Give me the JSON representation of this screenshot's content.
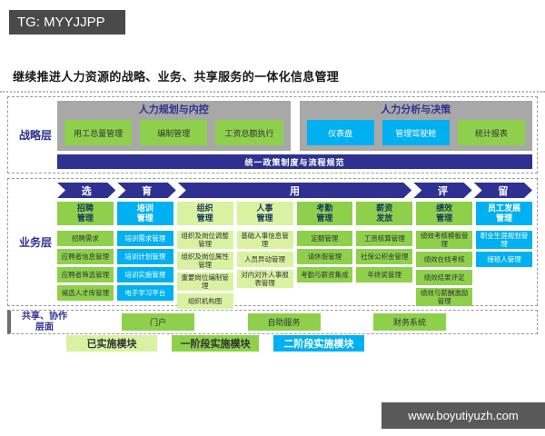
{
  "watermark": {
    "tag": "TG: MYYJJPP",
    "site": "www.boyutiyuzh.com"
  },
  "title": "继续推进人力资源的战略、业务、共享服务的一体化信息管理",
  "colors": {
    "implemented": "#d9f2a2",
    "phase1": "#8ed04c",
    "phase2": "#00b0f0",
    "navy": "#2e3192",
    "group_gray": "#a8a8a8"
  },
  "strategy_layer": {
    "label": "战略层",
    "groups": [
      {
        "title": "人力规划与内控",
        "items": [
          {
            "label": "用工总量管理",
            "status": "phase1"
          },
          {
            "label": "编制管理",
            "status": "phase1"
          },
          {
            "label": "工资总额执行",
            "status": "phase1"
          }
        ]
      },
      {
        "title": "人力分析与决策",
        "items": [
          {
            "label": "仪表盘",
            "status": "phase2"
          },
          {
            "label": "管理驾驶舱",
            "status": "phase2"
          },
          {
            "label": "统计报表",
            "status": "phase1"
          }
        ]
      }
    ],
    "banner": "统一政策制度与流程规范"
  },
  "business_layer": {
    "label": "业务层",
    "arrows": [
      {
        "label": "选",
        "span": 1
      },
      {
        "label": "育",
        "span": 1
      },
      {
        "label": "用",
        "span": 4
      },
      {
        "label": "评",
        "span": 1
      },
      {
        "label": "留",
        "span": 1
      }
    ],
    "columns": [
      {
        "header": "招聘\n管理",
        "status": "phase1",
        "items": [
          {
            "label": "招聘需求",
            "status": "phase1"
          },
          {
            "label": "应聘者信息管理",
            "status": "phase1"
          },
          {
            "label": "应聘者筛选管理",
            "status": "phase1"
          },
          {
            "label": "候选人才库管理",
            "status": "phase1"
          }
        ]
      },
      {
        "header": "培训\n管理",
        "status": "phase2",
        "items": [
          {
            "label": "培训需求管理",
            "status": "phase2"
          },
          {
            "label": "培训计划管理",
            "status": "phase2"
          },
          {
            "label": "培训实施管理",
            "status": "phase2"
          },
          {
            "label": "电子学习平台",
            "status": "phase2"
          }
        ]
      },
      {
        "header": "组织\n管理",
        "status": "implemented",
        "items": [
          {
            "label": "组织及岗位调整管理",
            "status": "implemented"
          },
          {
            "label": "组织及岗位属性管理",
            "status": "implemented"
          },
          {
            "label": "重要岗位编制管理",
            "status": "implemented"
          },
          {
            "label": "组织机构图",
            "status": "implemented"
          }
        ]
      },
      {
        "header": "人事\n管理",
        "status": "implemented",
        "items": [
          {
            "label": "基础人事信息管理",
            "status": "implemented"
          },
          {
            "label": "人员异动管理",
            "status": "implemented"
          },
          {
            "label": "对内对外人事报表管理",
            "status": "implemented"
          }
        ]
      },
      {
        "header": "考勤\n管理",
        "status": "phase1",
        "items": [
          {
            "label": "定额管理",
            "status": "phase1"
          },
          {
            "label": "请休假管理",
            "status": "phase1"
          },
          {
            "label": "考勤与薪资集成",
            "status": "phase1"
          }
        ]
      },
      {
        "header": "薪资\n发放",
        "status": "phase1",
        "items": [
          {
            "label": "工资核算管理",
            "status": "phase1"
          },
          {
            "label": "社保公积金管理",
            "status": "phase1"
          },
          {
            "label": "年终奖管理",
            "status": "phase1"
          }
        ]
      },
      {
        "header": "绩效\n管理",
        "status": "phase1",
        "items": [
          {
            "label": "绩效考核模板管理",
            "status": "phase1"
          },
          {
            "label": "绩效在线考核",
            "status": "phase1"
          },
          {
            "label": "绩效结果评定",
            "status": "phase1"
          },
          {
            "label": "绩效与薪酬激励管理",
            "status": "phase1"
          }
        ]
      },
      {
        "header": "员工发展\n管理",
        "status": "phase2",
        "items": [
          {
            "label": "职业生涯规划管理",
            "status": "phase2"
          },
          {
            "label": "接班人管理",
            "status": "phase2"
          }
        ]
      }
    ]
  },
  "share_layer": {
    "label": "共享、协作\n层面",
    "items": [
      {
        "label": "门户",
        "status": "phase1"
      },
      {
        "label": "自助服务",
        "status": "phase1"
      },
      {
        "label": "财务系统",
        "status": "phase1"
      }
    ]
  },
  "legend": [
    {
      "label": "已实施模块",
      "status": "implemented"
    },
    {
      "label": "一阶段实施模块",
      "status": "phase1"
    },
    {
      "label": "二阶段实施模块",
      "status": "phase2"
    }
  ]
}
